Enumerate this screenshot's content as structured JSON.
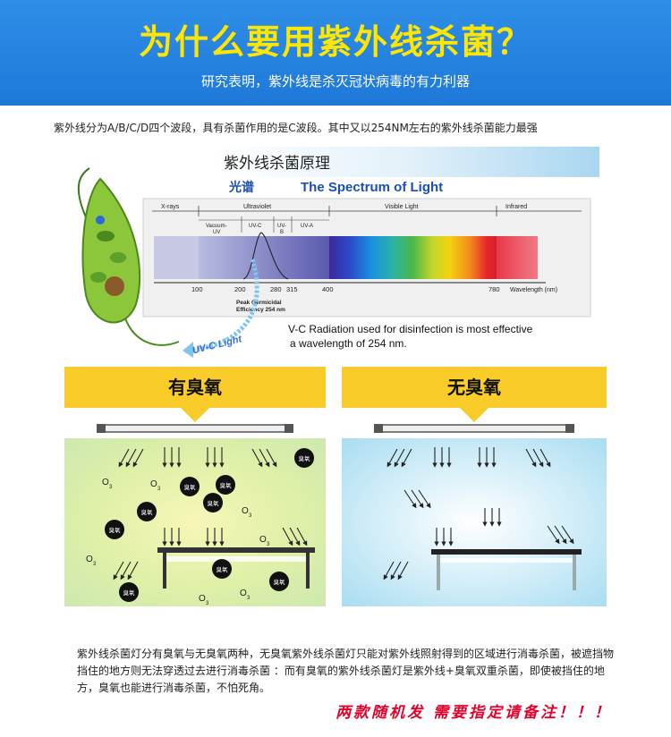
{
  "header": {
    "title": "为什么要用紫外线杀菌？",
    "subtitle": "研究表明，紫外线是杀灭冠状病毒的有力利器"
  },
  "intro": "紫外线分为A/B/C/D四个波段，具有杀菌作用的是C波段。其中又以254NM左右的紫外线杀菌能力最强",
  "diagram": {
    "heading": "紫外线杀菌原理",
    "spectrum_cn": "光谱",
    "spectrum_en": "The Spectrum of Light",
    "band_xrays": "X-rays",
    "band_uv": "Ultraviolet",
    "band_visible": "Visible Light",
    "band_ir": "Infrared",
    "sub_vacuum_1": "Vacuum-",
    "sub_vacuum_2": "UV",
    "sub_uvc": "UV-C",
    "sub_uvb_1": "UV-",
    "sub_uvb_2": "B",
    "sub_uva": "UV-A",
    "ticks": [
      "100",
      "200",
      "280",
      "315",
      "400",
      "780"
    ],
    "wavelength_label": "Wavelength (nm)",
    "peak_1": "Peak Germicidal",
    "peak_2": "Efficiency 254 nm",
    "caption_1": "V-C Radiation used for disinfection is most effective",
    "caption_2": "a wavelength of 254 nm.",
    "uvc_light": "UV-C Light"
  },
  "panels": {
    "left_title": "有臭氧",
    "right_title": "无臭氧",
    "ozone_word": "臭氧",
    "o3_symbol": "O",
    "o3_sub": "3"
  },
  "description": "紫外线杀菌灯分有臭氧与无臭氧两种，无臭氧紫外线杀菌灯只能对紫外线照射得到的区域进行消毒杀菌，被遮挡物挡住的地方则无法穿透过去进行消毒杀菌 ：而有臭氧的紫外线杀菌灯是紫外线+臭氧双重杀菌，即使被挡住的地方，臭氧也能进行消毒杀菌，不怕死角。",
  "note": "两款随机发 需要指定请备注！！！",
  "colors": {
    "header": "#1e78d8",
    "title": "#ffe600",
    "panel_head": "#f9cc2a",
    "note": "#e4002b"
  }
}
